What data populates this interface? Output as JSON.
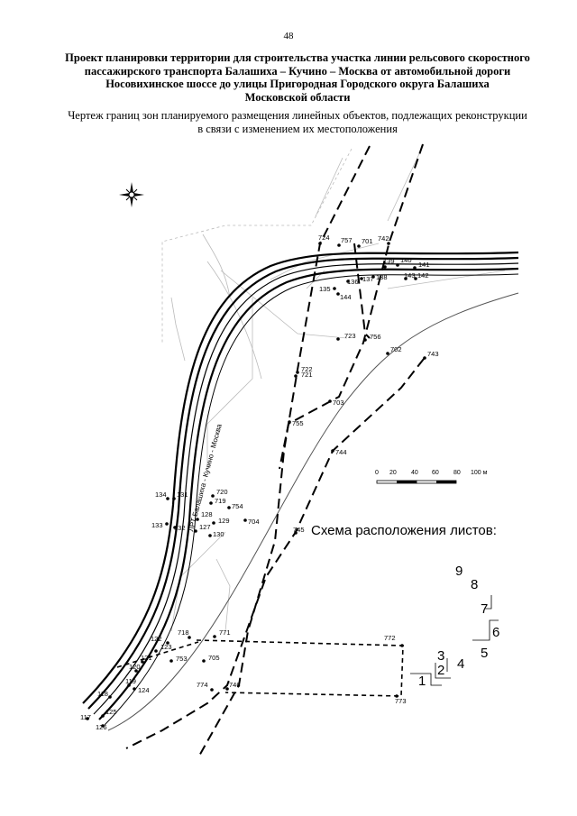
{
  "page_number": "48",
  "title_lines": [
    "Проект планировки территории для строительства участка линии рельсового скоростного",
    "пассажирского транспорта Балашиха – Кучино – Москва от автомобильной дороги",
    "Носовихинское шоссе до улицы Пригородная Городского округа Балашиха",
    "Московской области"
  ],
  "subtitle_lines": [
    "Чертеж границ зон планируемого размещения линейных объектов, подлежащих реконструкции",
    "в связи с изменением их местоположения"
  ],
  "road_label": "ЛРТ Балашиха - Кучино - Москва",
  "scale_labels": [
    "0",
    "20",
    "40",
    "60",
    "80",
    "100 м"
  ],
  "scheme_title": "Схема расположения листов:",
  "sheet_numbers": [
    "1",
    "2",
    "3",
    "4",
    "5",
    "6",
    "7",
    "8",
    "9"
  ],
  "point_labels": {
    "p724": "724",
    "p757": "757",
    "p701": "701",
    "p742": "742",
    "p139": "139",
    "p140": "140",
    "p141": "141",
    "p143": "143",
    "p142": "142",
    "p138": "138",
    "p137": "137",
    "p136": "136",
    "p135": "135",
    "p144": "144",
    "p723": "723",
    "p756": "756",
    "p702": "702",
    "p743": "743",
    "p722": "722",
    "p721": "721",
    "p703": "703",
    "p755": "755",
    "p744": "744",
    "p134": "134",
    "p131": "131",
    "p133": "133",
    "p132": "132",
    "p720": "720",
    "p719": "719",
    "p754": "754",
    "p704": "704",
    "p128": "128",
    "p129": "129",
    "p127": "127",
    "p130": "130",
    "p745": "745",
    "p122": "122",
    "p718": "718",
    "p771": "771",
    "p772": "772",
    "p123": "123",
    "p753": "753",
    "p121": "121",
    "p705": "705",
    "p120": "120",
    "p119": "119",
    "p124": "124",
    "p774": "774",
    "p746": "746",
    "p118": "118",
    "p773": "773",
    "p117": "117",
    "p125": "125",
    "p126": "126"
  }
}
